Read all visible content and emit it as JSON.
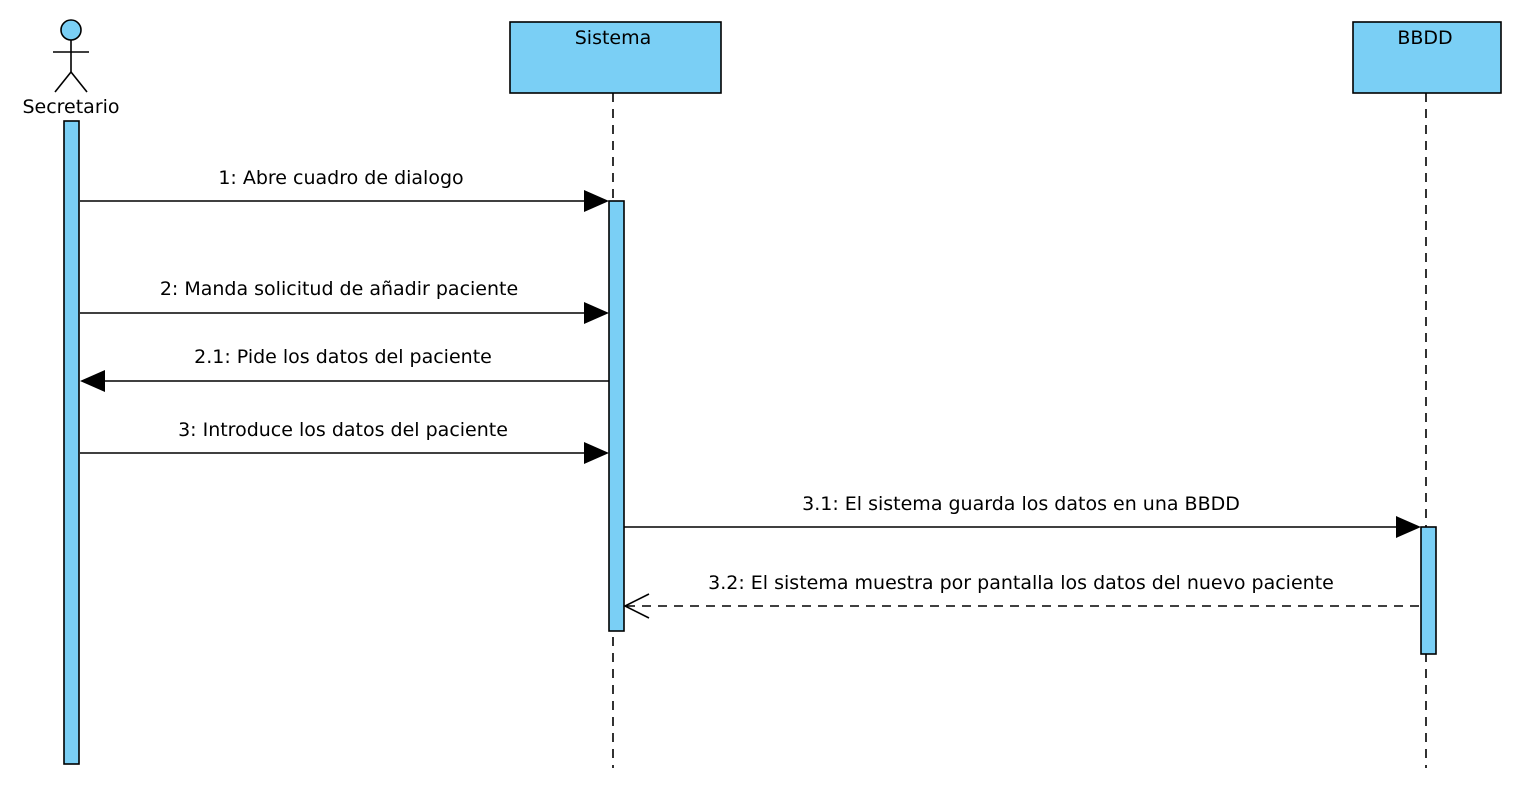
{
  "diagram": {
    "type": "uml-sequence",
    "colors": {
      "fill": "#7ACFF5",
      "stroke": "#000000",
      "background": "#FFFFFF"
    },
    "participants": [
      {
        "id": "secretario",
        "kind": "actor",
        "label": "Secretario"
      },
      {
        "id": "sistema",
        "kind": "object",
        "label": "Sistema"
      },
      {
        "id": "bbdd",
        "kind": "object",
        "label": "BBDD"
      }
    ],
    "messages": [
      {
        "id": "m1",
        "label": "1: Abre cuadro de dialogo",
        "from": "secretario",
        "to": "sistema",
        "kind": "sync"
      },
      {
        "id": "m2",
        "label": "2: Manda solicitud de añadir paciente",
        "from": "secretario",
        "to": "sistema",
        "kind": "sync"
      },
      {
        "id": "m21",
        "label": "2.1: Pide los datos del paciente",
        "from": "sistema",
        "to": "secretario",
        "kind": "sync"
      },
      {
        "id": "m3",
        "label": "3: Introduce los datos del paciente",
        "from": "secretario",
        "to": "sistema",
        "kind": "sync"
      },
      {
        "id": "m31",
        "label": "3.1: El sistema guarda los datos en una BBDD",
        "from": "sistema",
        "to": "bbdd",
        "kind": "sync"
      },
      {
        "id": "m32",
        "label": "3.2: El sistema muestra por pantalla los datos del nuevo paciente",
        "from": "bbdd",
        "to": "sistema",
        "kind": "return"
      }
    ]
  }
}
